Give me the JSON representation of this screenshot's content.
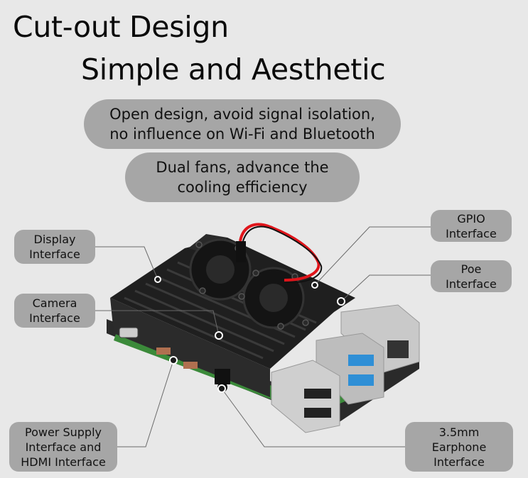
{
  "heading": {
    "line1": "Cut-out Design",
    "line2": "Simple and Aesthetic"
  },
  "features": [
    {
      "line1": "Open design, avoid signal isolation,",
      "line2": "no influence on Wi-Fi and Bluetooth"
    },
    {
      "line1": "Dual fans, advance the",
      "line2": "cooling efficiency"
    }
  ],
  "callouts": {
    "display": {
      "line1": "Display",
      "line2": "Interface"
    },
    "camera": {
      "line1": "Camera",
      "line2": "Interface"
    },
    "gpio": {
      "line1": "GPIO",
      "line2": "Interface"
    },
    "poe": {
      "line1": "Poe",
      "line2": "Interface"
    },
    "power": {
      "line1": "Power Supply",
      "line2": "Interface and",
      "line3": "HDMI Interface"
    },
    "earphone": {
      "line1": "3.5mm",
      "line2": "Earphone",
      "line3": "Interface"
    }
  },
  "colors": {
    "background": "#e8e8e8",
    "label_fill": "#a6a6a6",
    "case": "#1e1e1e",
    "cable_red": "#e0151b",
    "usb3_blue": "#2f8fd6",
    "pcb_green": "#3b8a3a"
  }
}
